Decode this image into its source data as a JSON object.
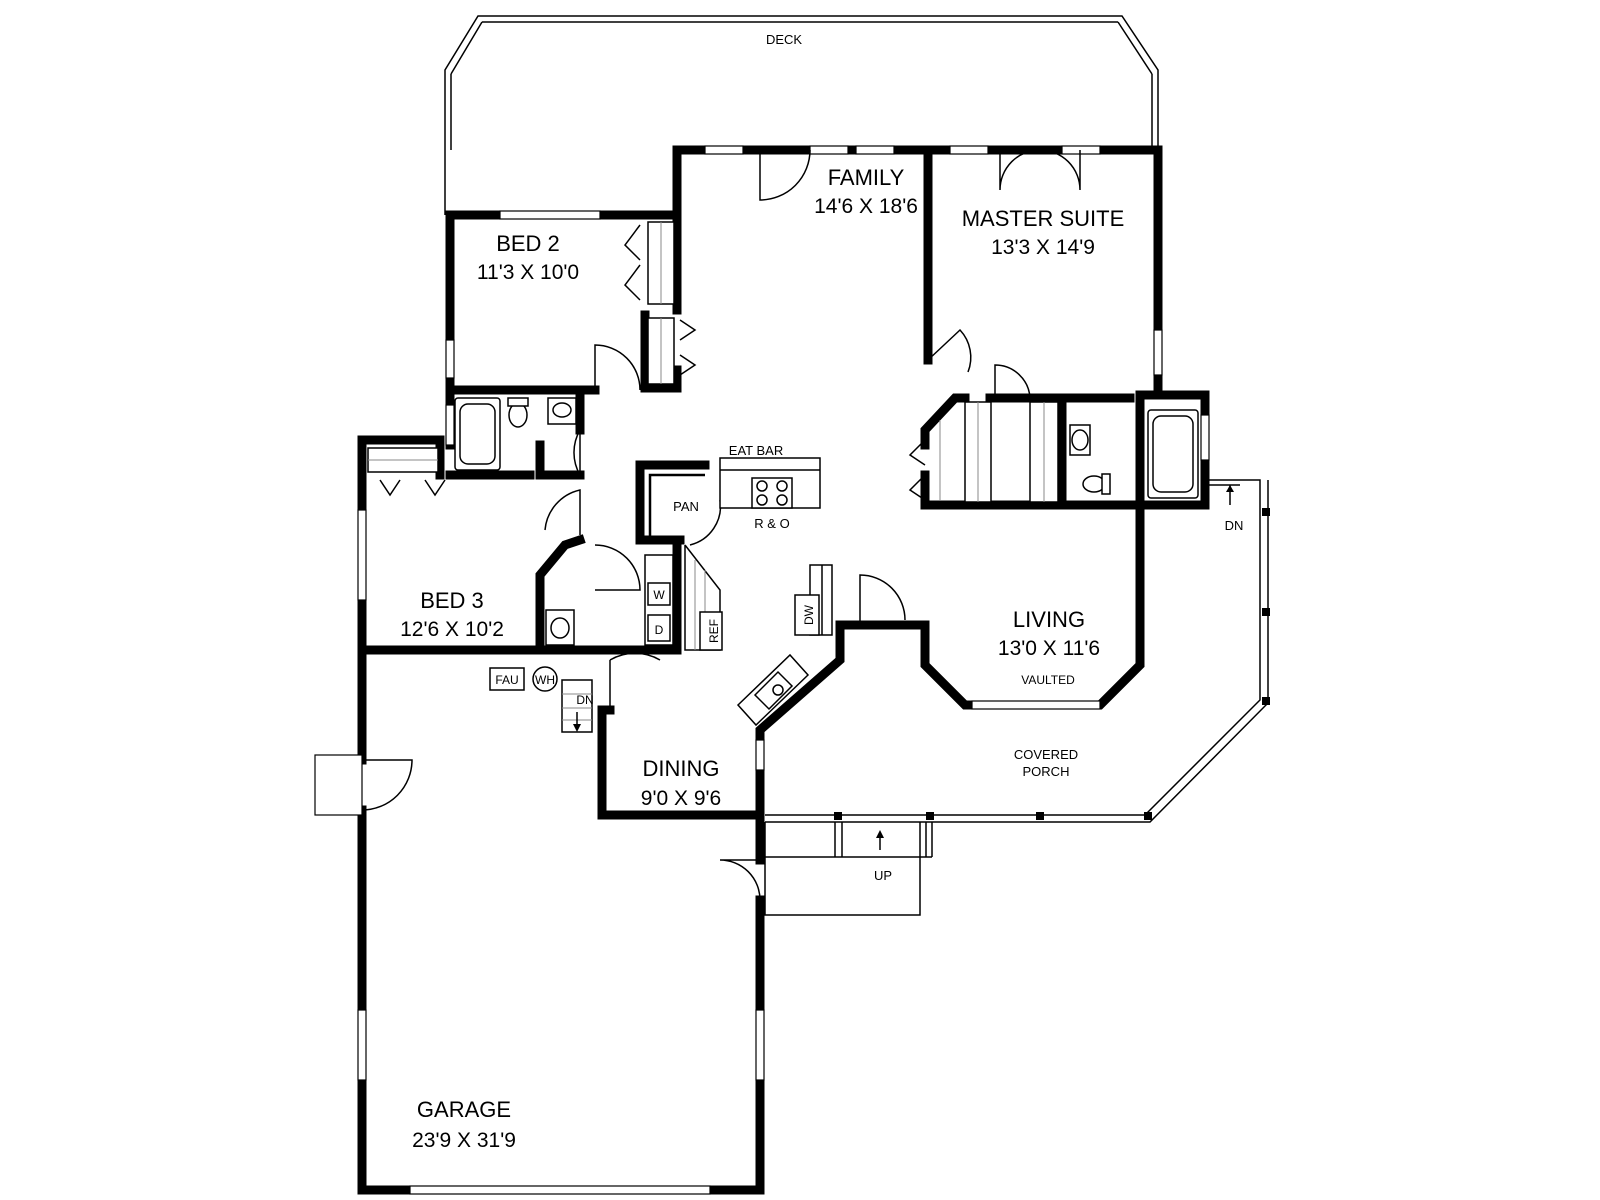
{
  "rooms": {
    "family": {
      "name": "FAMILY",
      "size": "14'6 X 18'6"
    },
    "master": {
      "name": "MASTER SUITE",
      "size": "13'3 X 14'9"
    },
    "bed2": {
      "name": "BED 2",
      "size": "11'3 X 10'0"
    },
    "bed3": {
      "name": "BED 3",
      "size": "12'6 X 10'2"
    },
    "living": {
      "name": "LIVING",
      "size": "13'0 X 11'6",
      "note": "VAULTED"
    },
    "dining": {
      "name": "DINING",
      "size": "9'0 X 9'6"
    },
    "garage": {
      "name": "GARAGE",
      "size": "23'9 X 31'9"
    }
  },
  "labels": {
    "deck": "DECK",
    "eat_bar": "EAT BAR",
    "pantry": "PAN",
    "range_oven": "R & O",
    "washer": "W",
    "dryer": "D",
    "refrigerator": "REF",
    "dishwasher": "DW",
    "furnace": "FAU",
    "water_heater": "WH",
    "stairs_down_garage": "DN",
    "stairs_down_porch": "DN",
    "stairs_up": "UP",
    "covered_porch_line1": "COVERED",
    "covered_porch_line2": "PORCH"
  }
}
